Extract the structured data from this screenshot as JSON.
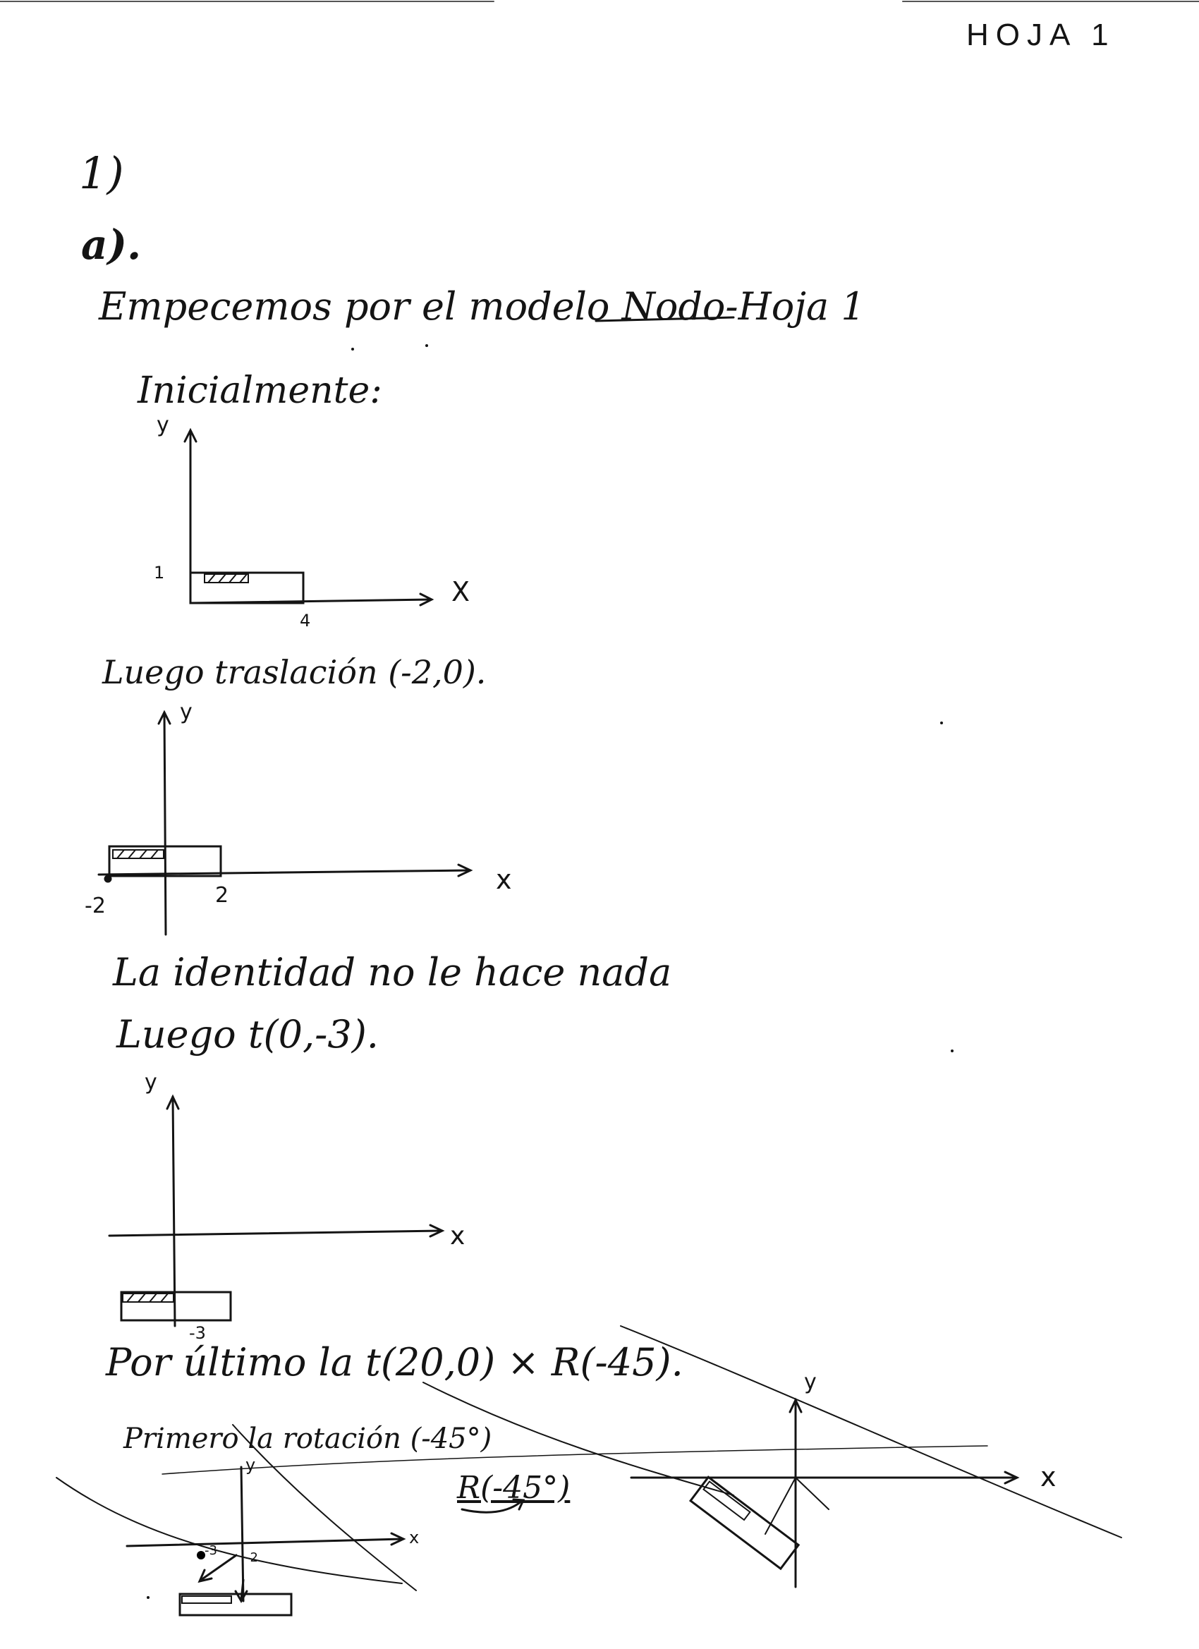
{
  "header": {
    "sheet_label": "HOJA 1"
  },
  "exercise": {
    "number": "1)",
    "part": "a)."
  },
  "lines": {
    "intro": "Empecemos por el modelo Nodo-Hoja 1",
    "initially": "Inicialmente:",
    "translate1": "Luego traslación (-2,0).",
    "identity": "La identidad no le hace nada",
    "translate2": "Luego  t(0,-3).",
    "last": "Por último la  t(20,0) × R(-45).",
    "rotation_first": "Primero la rotación (-45°)",
    "rotation_label": "R(-45°)"
  },
  "diagram1": {
    "y_axis": "y",
    "x_axis": "X",
    "tick_y": "1",
    "tick_x": "4"
  },
  "diagram2": {
    "y_axis": "y",
    "x_axis": "x",
    "tick_neg": "-2",
    "tick_pos": "2"
  },
  "diagram3": {
    "y_axis": "y",
    "x_axis": "x",
    "tick_neg": "-3"
  },
  "diagram4": {
    "y_axis": "y",
    "x_axis": "x",
    "tick_a": "-3",
    "tick_b": "-2"
  },
  "diagram5": {
    "y_axis": "y",
    "x_axis": "x"
  }
}
